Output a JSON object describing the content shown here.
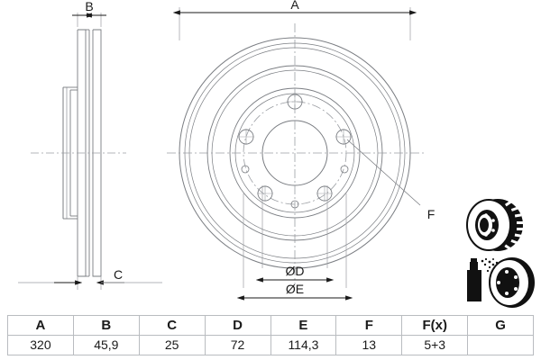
{
  "document": {
    "type": "technical-drawing",
    "subject": "brake-disc"
  },
  "drawing": {
    "labels": {
      "a": "A",
      "b": "B",
      "c": "C",
      "d": "ØD",
      "e": "ØE",
      "f": "F"
    },
    "colors": {
      "line": "#7a7d82",
      "dimension": "#1a1a1a",
      "center": "#9a9da2",
      "product_dark": "#111111",
      "table_border": "#b9bcc0"
    },
    "views": {
      "side_section": "left cross-section view of vented disc",
      "face": "right front face view of disc with bolt circle",
      "inset_disc": "vented brake disc product photo",
      "inset_coated": "coated brake disc with spray can product photo"
    }
  },
  "spec_table": {
    "headers": [
      "A",
      "B",
      "C",
      "D",
      "E",
      "F",
      "F(x)",
      "G"
    ],
    "values": [
      "320",
      "45,9",
      "25",
      "72",
      "114,3",
      "13",
      "5+3",
      ""
    ]
  }
}
